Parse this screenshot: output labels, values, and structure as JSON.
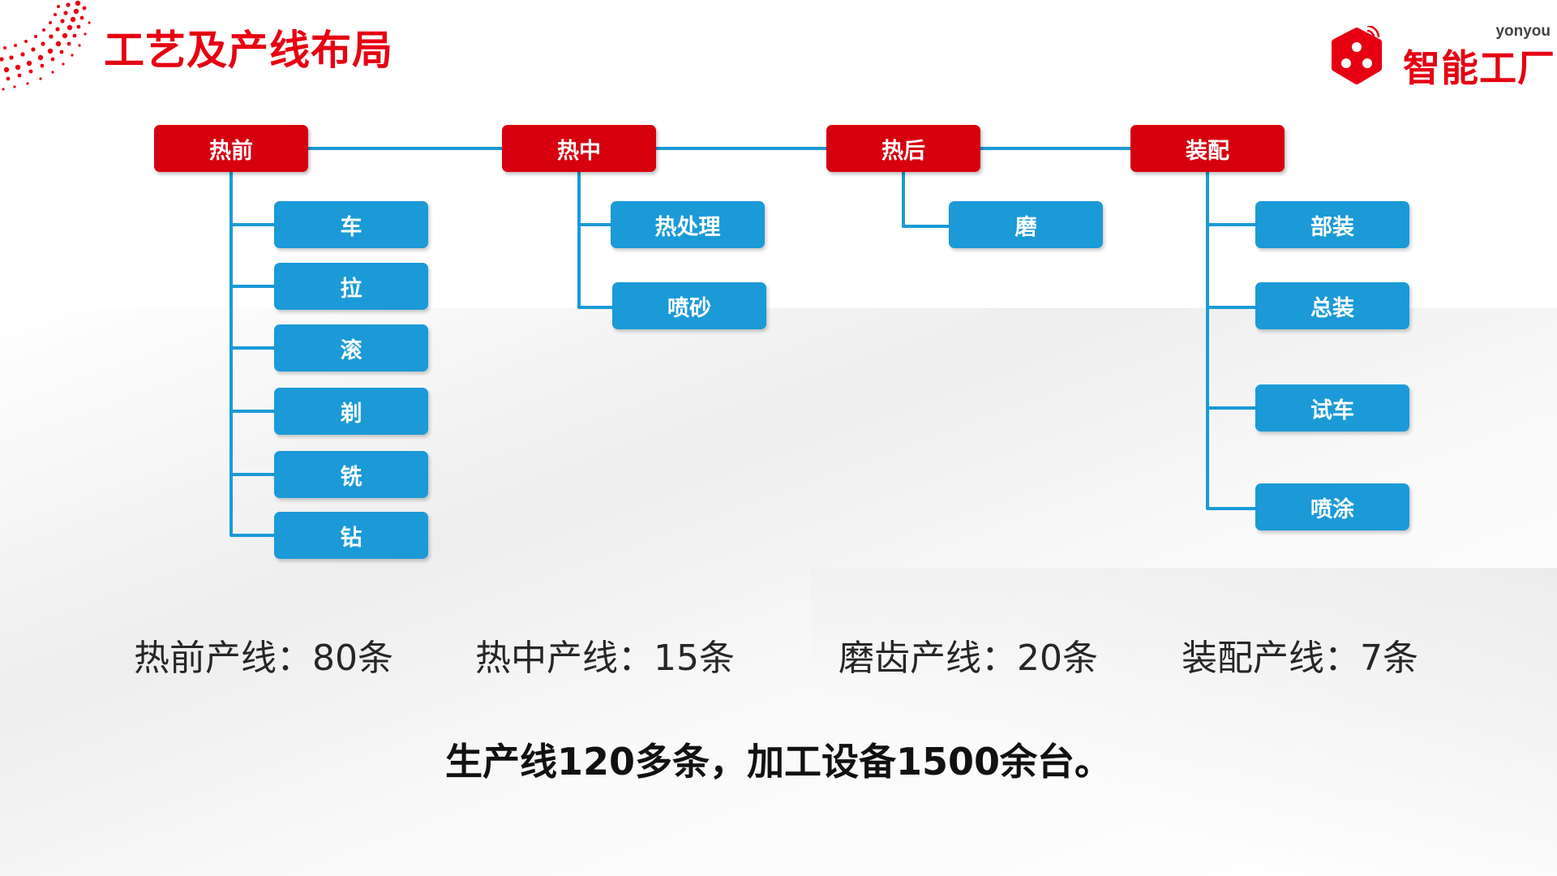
{
  "title": "工艺及产线布局",
  "logo": {
    "brand": "yonyou",
    "text": "智能工厂",
    "icon": "yonyou-logo-icon"
  },
  "colors": {
    "accent": "#e60012",
    "head_node": "#d7000f",
    "child_node": "#1b9ad7",
    "connector": "#1b9ad7"
  },
  "process_tree": [
    {
      "label": "热前",
      "children": [
        "车",
        "拉",
        "滚",
        "剃",
        "铣",
        "钻"
      ]
    },
    {
      "label": "热中",
      "children": [
        "热处理",
        "喷砂"
      ]
    },
    {
      "label": "热后",
      "children": [
        "磨"
      ]
    },
    {
      "label": "装配",
      "children": [
        "部装",
        "总装",
        "试车",
        "喷涂"
      ]
    }
  ],
  "stats": [
    {
      "text": "热前产线：80条"
    },
    {
      "text": "热中产线：15条"
    },
    {
      "text": "磨齿产线：20条"
    },
    {
      "text": "装配产线：7条"
    }
  ],
  "summary": "生产线120多条，加工设备1500余台。"
}
